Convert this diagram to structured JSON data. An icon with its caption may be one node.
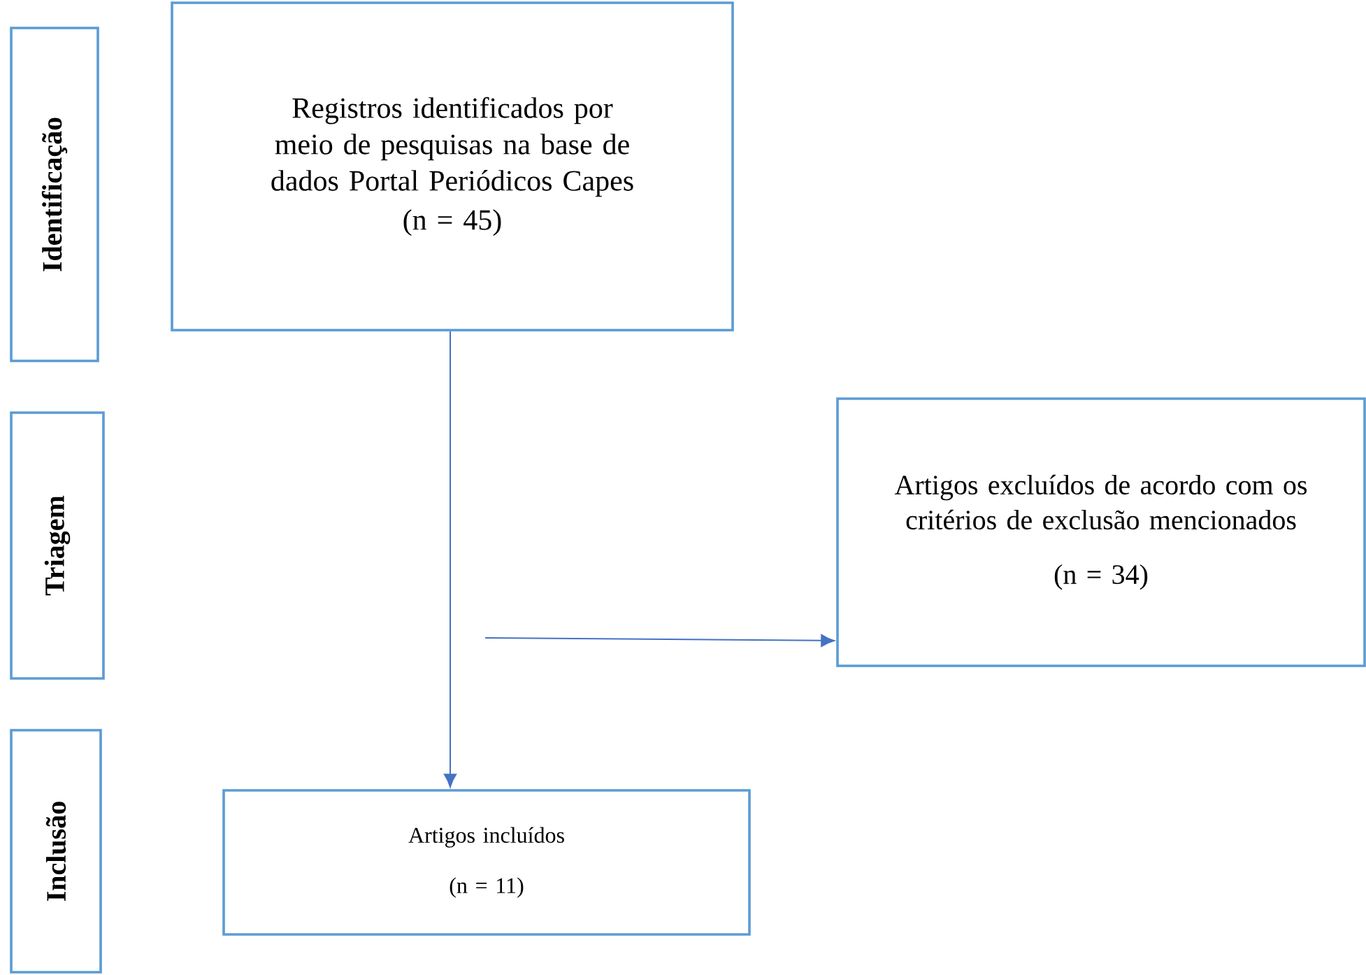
{
  "diagram": {
    "nodes": [
      {
        "text": [
          "Identificação"
        ]
      },
      {
        "text": [
          "Registros identificados por meio de pesquisas na base de dados Portal Periódicos Capes",
          "(n = 45)"
        ]
      },
      {
        "text": [
          "Triagem"
        ]
      },
      {
        "text": [
          "Artigos excluídos de acordo com os critérios de exclusão mencionados",
          "(n = 34)"
        ]
      },
      {
        "text": [
          "Inclusão"
        ]
      },
      {
        "text": [
          "Artigos incluídos",
          "(n = 11)"
        ]
      }
    ],
    "edges": [
      {
        "from": 1,
        "to": 5,
        "arrow": "to"
      },
      {
        "from": null,
        "to": 3,
        "arrow": "to"
      }
    ]
  }
}
